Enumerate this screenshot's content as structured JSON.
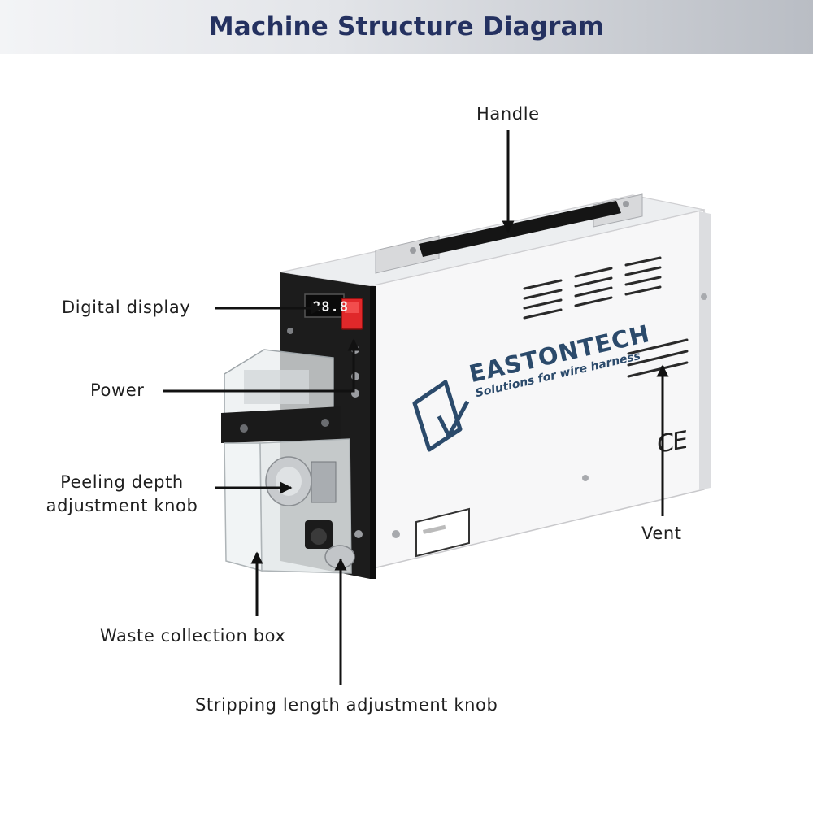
{
  "header": {
    "title": "Machine Structure Diagram"
  },
  "product": {
    "brand_name": "EASTONTECH",
    "brand_tagline": "Solutions for wire harness",
    "ce_mark": "CE",
    "display_readout": "88.8"
  },
  "labels": {
    "handle": "Handle",
    "digital_display": "Digital display",
    "power": "Power",
    "peeling_depth_line1": "Peeling depth",
    "peeling_depth_line2": "adjustment knob",
    "vent": "Vent",
    "waste_box": "Waste collection box",
    "stripping_length": "Stripping length adjustment knob"
  },
  "colors": {
    "header_text": "#243160",
    "brand": "#2b4a6b",
    "power_switch": "#e0282a",
    "machine_body": "#f7f7f8",
    "front_panel": "#1c1c1c"
  }
}
